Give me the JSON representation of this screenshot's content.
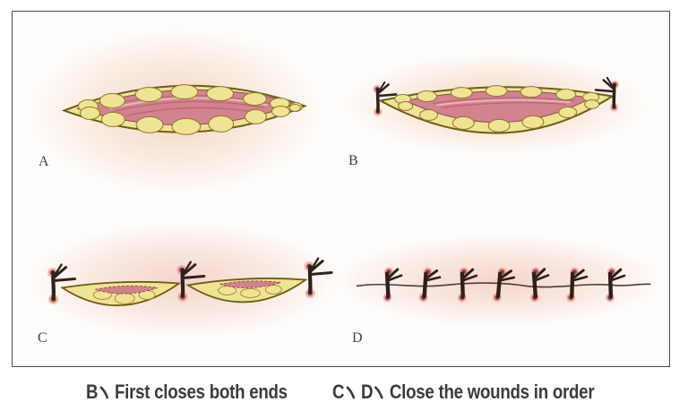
{
  "figure": {
    "panels": [
      {
        "label": "A"
      },
      {
        "label": "B"
      },
      {
        "label": "C"
      },
      {
        "label": "D"
      }
    ],
    "captions": [
      {
        "labels": [
          "B"
        ],
        "text": "First closes both ends",
        "full_text": "B、First closes both ends"
      },
      {
        "labels": [
          "C",
          "D"
        ],
        "text": "Close the wounds in order",
        "full_text": "C、D、Close the wounds in order"
      }
    ]
  },
  "colors": {
    "frame_border": "#4e4e4e",
    "skin_blush": "#f5d9c8",
    "fat_yellow": "#efe493",
    "fat_outline": "#6d5d16",
    "muscle_pink": "#d2838f",
    "muscle_streak": "#c06577",
    "suture_dark": "#30211d",
    "suture_red": "#9c2d24",
    "wound_line": "#4a3f35",
    "caption_text": "#3c3c3c"
  }
}
